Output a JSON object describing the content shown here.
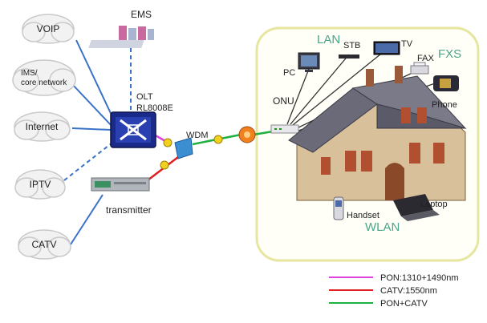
{
  "clouds": {
    "voip": "VOIP",
    "ims_line1": "IMS/",
    "ims_line2": "core network",
    "internet": "Internet",
    "iptv": "IPTV",
    "catv": "CATV"
  },
  "devices": {
    "ems": "EMS",
    "olt": "OLT",
    "olt_model": "RL8008E",
    "wdm": "WDM",
    "transmitter": "transmitter",
    "onu": "ONU",
    "pc": "PC",
    "stb": "STB",
    "tv": "TV",
    "fax": "FAX",
    "phone": "Phone",
    "handset": "Handset",
    "laptop": "Laptop"
  },
  "groups": {
    "lan": "LAN",
    "fxs": "FXS",
    "wlan": "WLAN"
  },
  "legend": [
    {
      "label": "PON:1310+1490nm",
      "color": "#e040e0"
    },
    {
      "label": "CATV:1550nm",
      "color": "#e02020"
    },
    {
      "label": "PON+CATV",
      "color": "#20b040"
    }
  ],
  "colors": {
    "blue_link": "#3a72c8",
    "home_border": "#e6e6a0"
  }
}
